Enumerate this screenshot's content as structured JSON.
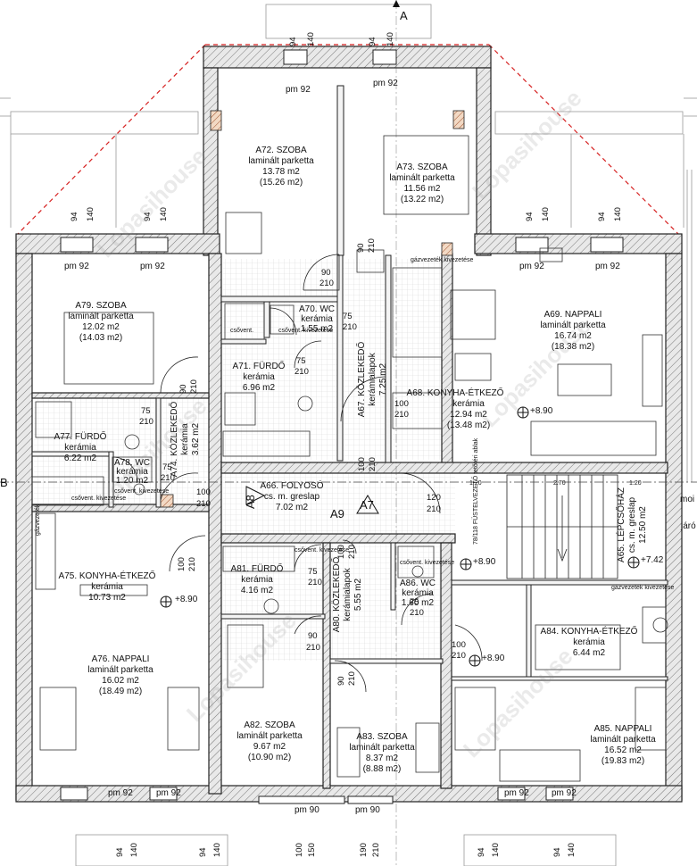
{
  "rooms": [
    {
      "id": "a72",
      "name": "A72. SZOBA",
      "floor": "laminált parketta",
      "area": "13.78 m2",
      "area2": "(15.26 m2)"
    },
    {
      "id": "a73",
      "name": "A73. SZOBA",
      "floor": "laminált parketta",
      "area": "11.56 m2",
      "area2": "(13.22 m2)"
    },
    {
      "id": "a79",
      "name": "A79. SZOBA",
      "floor": "laminált parketta",
      "area": "12.02 m2",
      "area2": "(14.03 m2)"
    },
    {
      "id": "a69",
      "name": "A69. NAPPALI",
      "floor": "laminált parketta",
      "area": "16.74 m2",
      "area2": "(18.38 m2)"
    },
    {
      "id": "a70",
      "name": "A70. WC",
      "floor": "kerámia",
      "area": "1.55 m2",
      "area2": ""
    },
    {
      "id": "a71",
      "name": "A71. FÜRDŐ",
      "floor": "kerámia",
      "area": "6.96 m2",
      "area2": ""
    },
    {
      "id": "a67",
      "name": "A67. KÖZLEKEDŐ",
      "floor": "kerámialapok",
      "area": "7.25 m2",
      "area2": ""
    },
    {
      "id": "a68",
      "name": "A68. KONYHA-ÉTKEZŐ",
      "floor": "kerámia",
      "area": "12.94 m2",
      "area2": "(13.48 m2)"
    },
    {
      "id": "a77",
      "name": "A77. FÜRDŐ",
      "floor": "kerámia",
      "area": "6.22 m2",
      "area2": ""
    },
    {
      "id": "a74",
      "name": "A74. KÖZLEKEDŐ",
      "floor": "kerámia",
      "area": "3.62 m2",
      "area2": ""
    },
    {
      "id": "a78",
      "name": "A78. WC",
      "floor": "kerámia",
      "area": "1.20 m2",
      "area2": ""
    },
    {
      "id": "a66",
      "name": "A66. FOLYOSÓ",
      "floor": "cs. m. greslap",
      "area": "7.02 m2",
      "area2": ""
    },
    {
      "id": "a65",
      "name": "A65. LÉPCSŐHÁZ",
      "floor": "cs. m. greslap",
      "area": "12.50 m2",
      "area2": ""
    },
    {
      "id": "a75",
      "name": "A75. KONYHA-ÉTKEZŐ",
      "floor": "kerámia",
      "area": "10.73 m2",
      "area2": ""
    },
    {
      "id": "a81",
      "name": "A81. FÜRDŐ",
      "floor": "kerámia",
      "area": "4.16 m2",
      "area2": ""
    },
    {
      "id": "a80",
      "name": "A80. KÖZLEKEDŐ",
      "floor": "kerámialapok",
      "area": "5.55 m2",
      "area2": ""
    },
    {
      "id": "a86",
      "name": "A86. WC",
      "floor": "kerámia",
      "area": "1.60 m2",
      "area2": ""
    },
    {
      "id": "a84",
      "name": "A84. KONYHA-ÉTKEZŐ",
      "floor": "kerámia",
      "area": "6.44 m2",
      "area2": ""
    },
    {
      "id": "a76",
      "name": "A76. NAPPALI",
      "floor": "laminált parketta",
      "area": "16.02 m2",
      "area2": "(18.49 m2)"
    },
    {
      "id": "a82",
      "name": "A82. SZOBA",
      "floor": "laminált parketta",
      "area": "9.67 m2",
      "area2": "(10.90 m2)"
    },
    {
      "id": "a83",
      "name": "A83. SZOBA",
      "floor": "laminált parketta",
      "area": "8.37 m2",
      "area2": "(8.88 m2)"
    },
    {
      "id": "a85",
      "name": "A85. NAPPALI",
      "floor": "laminált parketta",
      "area": "16.52 m2",
      "area2": "(19.83 m2)"
    }
  ],
  "windows": {
    "label": "pm 92",
    "sill": "94",
    "head": "140"
  },
  "balcony_doors": {
    "label": "pm 90",
    "sill": "100",
    "head": "150"
  },
  "bottom_right_door": {
    "sill": "190",
    "head": "210"
  },
  "doors": {
    "w75": "75",
    "w90": "90",
    "w100": "100",
    "w120": "120",
    "h210": "210"
  },
  "levels": {
    "apt": "+8.90",
    "stair": "+7.42"
  },
  "section_marks": {
    "a": "A",
    "b": "B",
    "a7": "A7",
    "a8": "A8",
    "a9": "A9"
  },
  "misc": {
    "csovent": "csővent.",
    "csovent_kivezetese": "csővent. kivezetése",
    "gazvezetek": "gázvezeték",
    "gazvezetek_kivezetese": "gázvezeték kivezetése",
    "fustelvezeto": "78/118 FÜSTELVEZETŐ tetőtéri ablak",
    "stair_dims": [
      "1.20",
      "2.70",
      "1.20"
    ],
    "cut_text": "moi",
    "cut_text2": "járó"
  },
  "watermark": "Lopasihouse"
}
